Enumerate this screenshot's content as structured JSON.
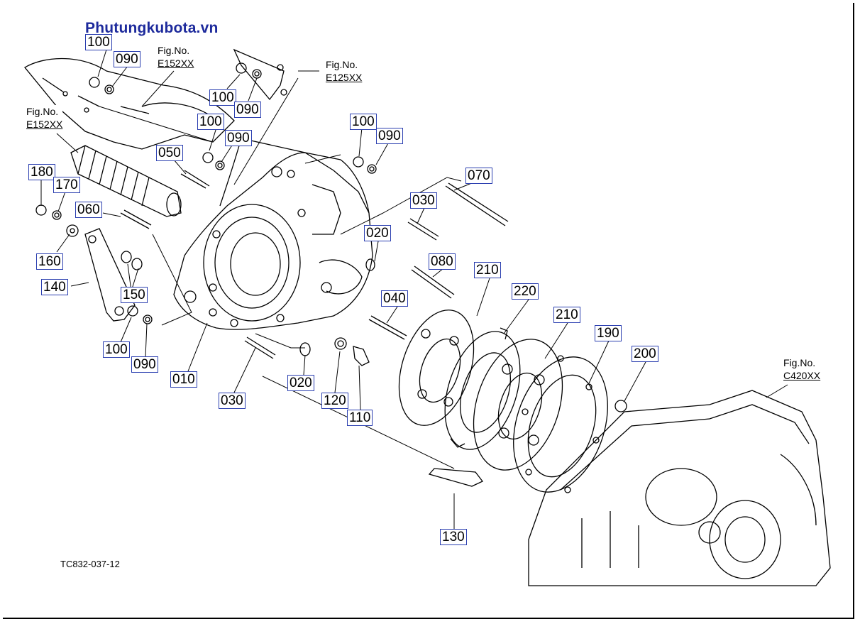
{
  "watermark": "Phutungkubota.vn",
  "drawing_code": "TC832-037-12",
  "fig_refs": [
    {
      "line1": "Fig.No.",
      "line2": "E152XX"
    },
    {
      "line1": "Fig.No.",
      "line2": "E125XX"
    },
    {
      "line1": "Fig.No.",
      "line2": "E152XX"
    },
    {
      "line1": "Fig.No.",
      "line2": "C420XX"
    }
  ],
  "part_labels": [
    "100",
    "090",
    "100",
    "090",
    "100",
    "090",
    "100",
    "090",
    "050",
    "180",
    "170",
    "060",
    "160",
    "150",
    "140",
    "100",
    "090",
    "070",
    "030",
    "020",
    "080",
    "040",
    "010",
    "030",
    "020",
    "120",
    "110",
    "210",
    "220",
    "210",
    "190",
    "200",
    "130"
  ],
  "colors": {
    "watermark": "#1d2a9c",
    "label_border": "#2b3fb0",
    "line": "#000000"
  }
}
